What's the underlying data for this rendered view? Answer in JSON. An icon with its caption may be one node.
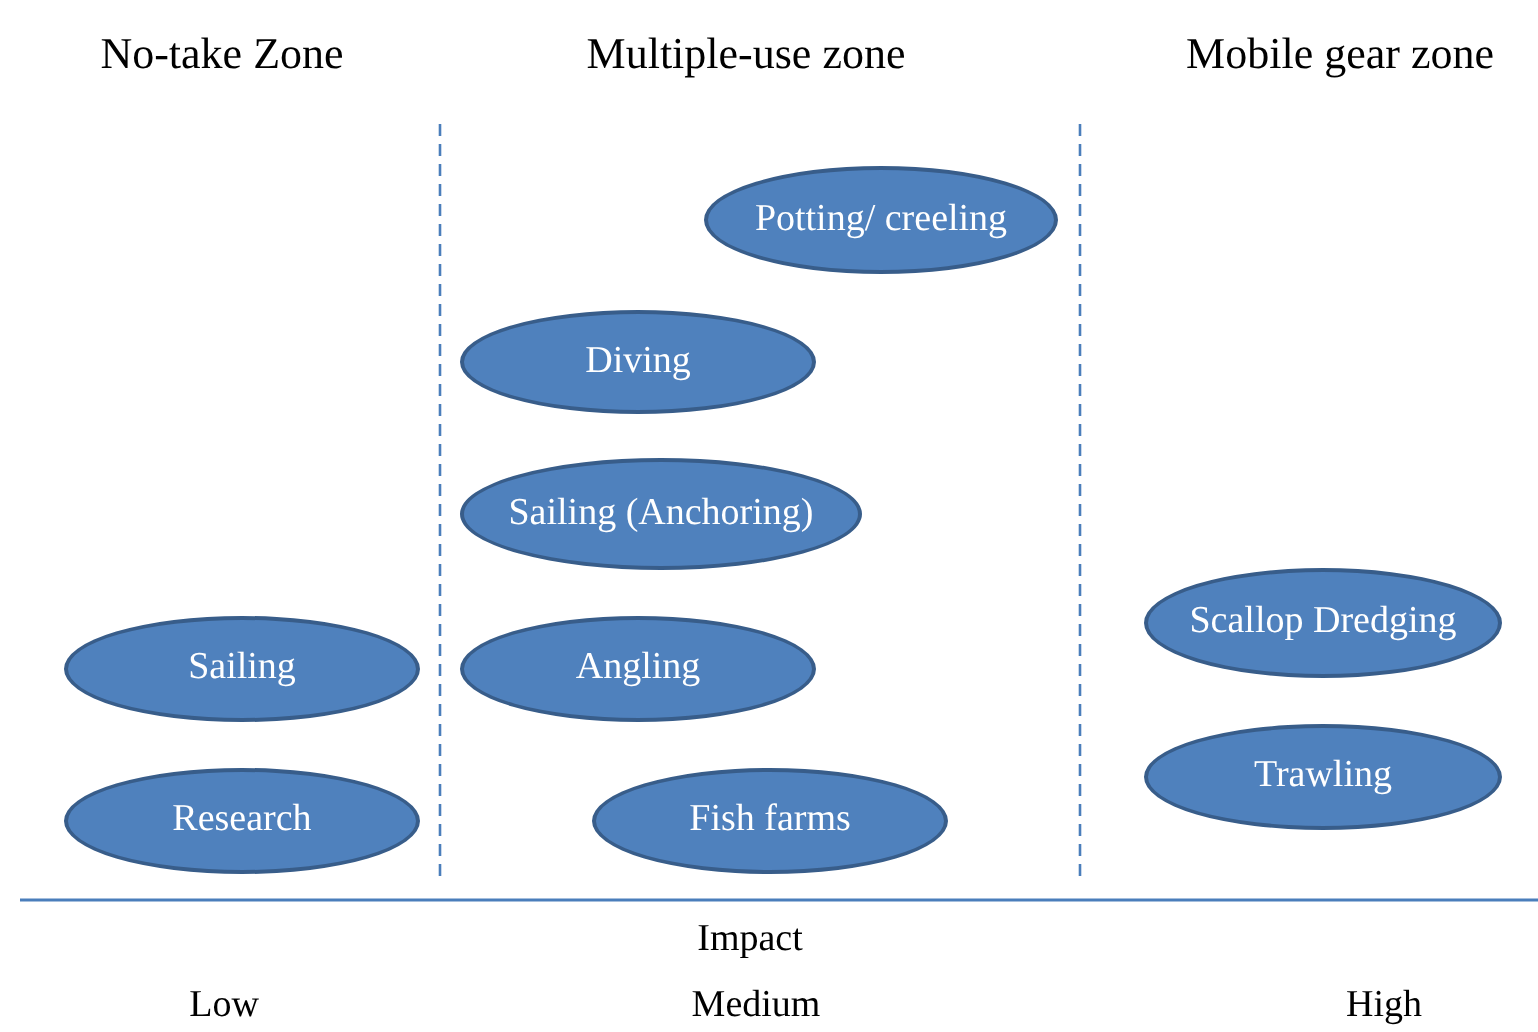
{
  "diagram": {
    "nodes": [
      {
        "text": [
          "Potting/ creeling"
        ]
      },
      {
        "text": [
          "Diving"
        ]
      },
      {
        "text": [
          "Sailing (Anchoring)"
        ]
      },
      {
        "text": [
          "Scallop Dredging"
        ]
      },
      {
        "text": [
          "Sailing"
        ]
      },
      {
        "text": [
          "Angling"
        ]
      },
      {
        "text": [
          "Trawling"
        ]
      },
      {
        "text": [
          "Research"
        ]
      },
      {
        "text": [
          "Fish farms"
        ]
      }
    ],
    "labels": [
      "No-take Zone",
      "Multiple-use zone",
      "Mobile gear zone",
      "Impact",
      "Low",
      "Medium",
      "High"
    ]
  }
}
